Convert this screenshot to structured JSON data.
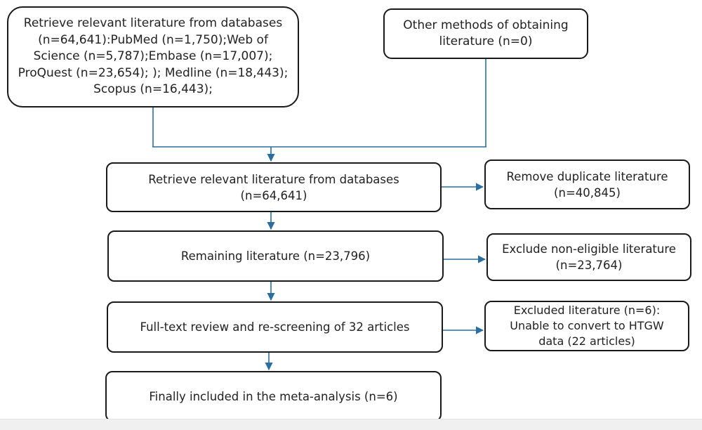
{
  "colors": {
    "connector": "#2a6fa0",
    "box_border": "#1a1a1a",
    "text": "#222222"
  },
  "boxes": {
    "databases": {
      "lines": [
        "Retrieve relevant literature from databases",
        "(n=64,641):PubMed (n=1,750);Web of",
        "Science (n=5,787);Embase  (n=17,007);",
        "ProQuest  (n=23,654); ); Medline  (n=18,443);",
        "Scopus  (n=16,443);"
      ]
    },
    "other_methods": {
      "lines": [
        "Other methods of obtaining",
        "literature (n=0)"
      ]
    },
    "retrieve": {
      "lines": [
        "Retrieve relevant literature from databases",
        "(n=64,641)"
      ]
    },
    "remove_duplicates": {
      "lines": [
        "Remove duplicate literature",
        "(n=40,845)"
      ]
    },
    "remaining": {
      "lines": [
        "Remaining literature (n=23,796)"
      ]
    },
    "exclude_non_eligible": {
      "lines": [
        "Exclude non-eligible literature",
        "(n=23,764)"
      ]
    },
    "full_text_review": {
      "lines": [
        "Full-text review and re-screening of 32 articles"
      ]
    },
    "excluded_literature": {
      "lines": [
        "Excluded literature (n=6):",
        "Unable to convert to HTGW",
        "data (22 articles)"
      ]
    },
    "final_included": {
      "lines": [
        "Finally included in the meta-analysis (n=6)"
      ]
    }
  }
}
